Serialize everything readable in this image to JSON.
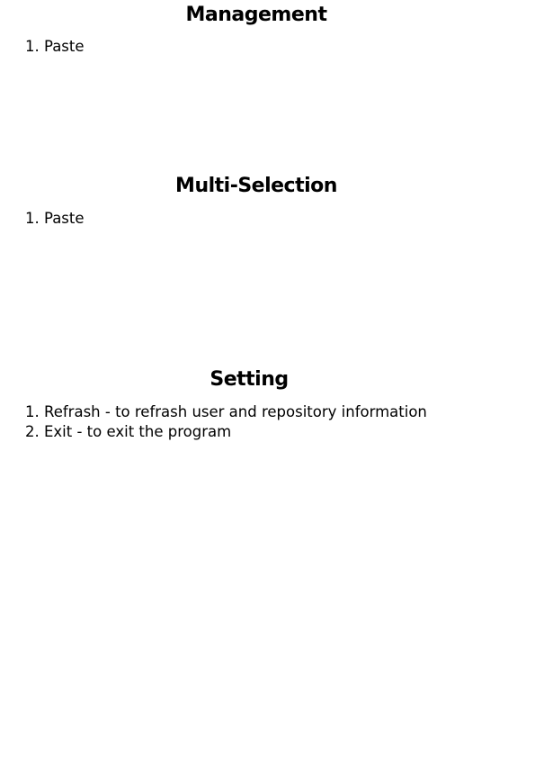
{
  "sections": [
    {
      "title": "Management",
      "items": [
        "1. Paste"
      ]
    },
    {
      "title": "Multi-Selection",
      "items": [
        "1. Paste"
      ]
    },
    {
      "title": "Setting",
      "items": [
        "1. Refrash - to refrash user and repository information",
        "2. Exit - to exit the program"
      ]
    }
  ]
}
